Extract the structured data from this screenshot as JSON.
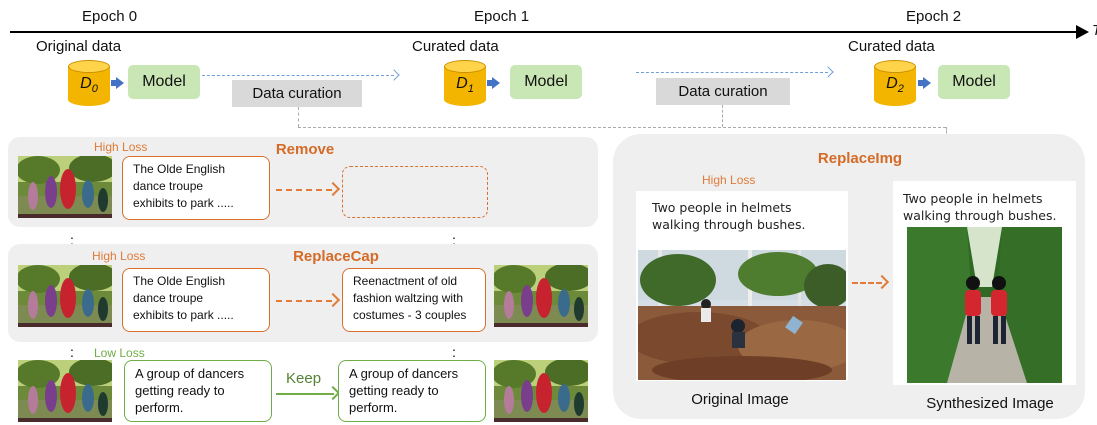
{
  "timeline": {
    "epochs": [
      "Epoch 0",
      "Epoch 1",
      "Epoch 2"
    ],
    "end_label": "T"
  },
  "stages": [
    {
      "label": "Original data",
      "dataset_base": "D",
      "dataset_sub": "0",
      "model": "Model"
    },
    {
      "label": "Curated data",
      "dataset_base": "D",
      "dataset_sub": "1",
      "model": "Model"
    },
    {
      "label": "Curated data",
      "dataset_base": "D",
      "dataset_sub": "2",
      "model": "Model"
    }
  ],
  "curation_labels": [
    "Data curation",
    "Data curation"
  ],
  "remove": {
    "title": "Remove",
    "loss": "High Loss",
    "caption_lines": [
      "The Olde English",
      "dance troupe",
      "exhibits to park ....."
    ]
  },
  "replace_cap": {
    "title": "ReplaceCap",
    "loss": "High Loss",
    "caption_lines": [
      "The Olde English",
      "dance troupe",
      "exhibits to park ....."
    ],
    "new_caption_lines": [
      "Reenactment of old",
      "fashion waltzing with",
      "costumes - 3 couples"
    ]
  },
  "keep": {
    "loss": "Low Loss",
    "label": "Keep",
    "caption_lines": [
      "A group of dancers",
      "getting ready to",
      "perform."
    ],
    "kept_caption_lines": [
      "A group of dancers",
      "getting ready to",
      "perform."
    ]
  },
  "replace_img": {
    "title": "ReplaceImg",
    "loss": "High Loss",
    "caption_lines": [
      "Two people in helmets",
      "walking through bushes."
    ],
    "original_label": "Original Image",
    "synth_label": "Synthesized Image"
  },
  "colors": {
    "accent_orange": "#d46b27",
    "loss_green": "#70ad47",
    "model_green": "#c9e6b5",
    "db_yellow": "#f3b500",
    "arrow_blue": "#4472c4",
    "panel_gray": "#efefef"
  },
  "icons": {
    "database": "cylinder-icon",
    "arrow": "arrow-right-icon"
  }
}
